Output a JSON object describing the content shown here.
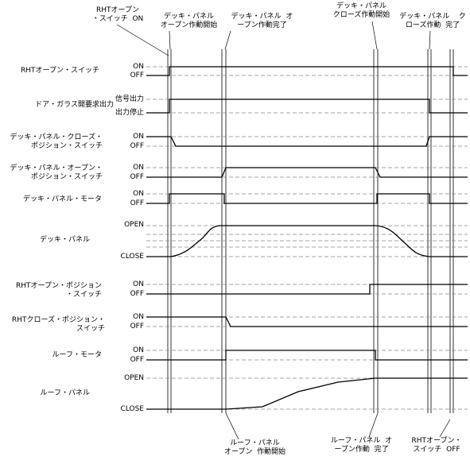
{
  "annotations": {
    "top": [
      {
        "id": "rht-open-switch-on",
        "text": "RHTオープン\n・スイッチ  ON"
      },
      {
        "id": "deck-open-start",
        "text": "デッキ・パネル\nオープン作動開始"
      },
      {
        "id": "deck-open-complete",
        "text": "デッキ・パネル  オ\nープン作動完了"
      },
      {
        "id": "deck-close-start",
        "text": "デッキ・パネル\nクローズ作動開始"
      },
      {
        "id": "deck-close-complete",
        "text": "デッキ・パネル    ク\nローズ作動  完了"
      }
    ],
    "bottom": [
      {
        "id": "roof-open-start",
        "text": "ルーフ・パネル\nオープン  作動開始"
      },
      {
        "id": "roof-open-complete",
        "text": "ルーフ・パネル  オ\nープン作動  完了"
      },
      {
        "id": "rht-open-switch-off",
        "text": "RHTオープン・\nスイッチ  OFF"
      }
    ]
  },
  "rows": [
    {
      "id": "rht-open-switch",
      "label": "RHTオープン・スイッチ",
      "high": "ON",
      "low": "OFF"
    },
    {
      "id": "door-glass-request",
      "label": "ドア・ガラス開要求出力",
      "high": "信号出力",
      "low": "出力停止"
    },
    {
      "id": "deck-close-switch",
      "label": "デッキ・パネル・クローズ・\nポジション・スイッチ",
      "high": "ON",
      "low": "OFF"
    },
    {
      "id": "deck-open-switch",
      "label": "デッキ・パネル・オープン・\nポジション・スイッチ",
      "high": "ON",
      "low": "OFF"
    },
    {
      "id": "deck-motor",
      "label": "デッキ・パネル・モータ",
      "high": "ON",
      "low": "OFF"
    },
    {
      "id": "deck-panel",
      "label": "デッキ・パネル",
      "high": "OPEN",
      "low": "CLOSE"
    },
    {
      "id": "rht-open-pos-switch",
      "label": "RHTオープン・ポジション\n・スイッチ",
      "high": "ON",
      "low": "OFF"
    },
    {
      "id": "rht-close-pos-switch",
      "label": "RHTクローズ・ポジション・\nスイッチ",
      "high": "ON",
      "low": "OFF"
    },
    {
      "id": "roof-motor",
      "label": "ルーフ・モータ",
      "high": "ON",
      "low": "OFF"
    },
    {
      "id": "roof-panel",
      "label": "ルーフ・パネル",
      "high": "OPEN",
      "low": "CLOSE"
    }
  ],
  "colors": {
    "line": "#000000",
    "dash": "#888888"
  }
}
